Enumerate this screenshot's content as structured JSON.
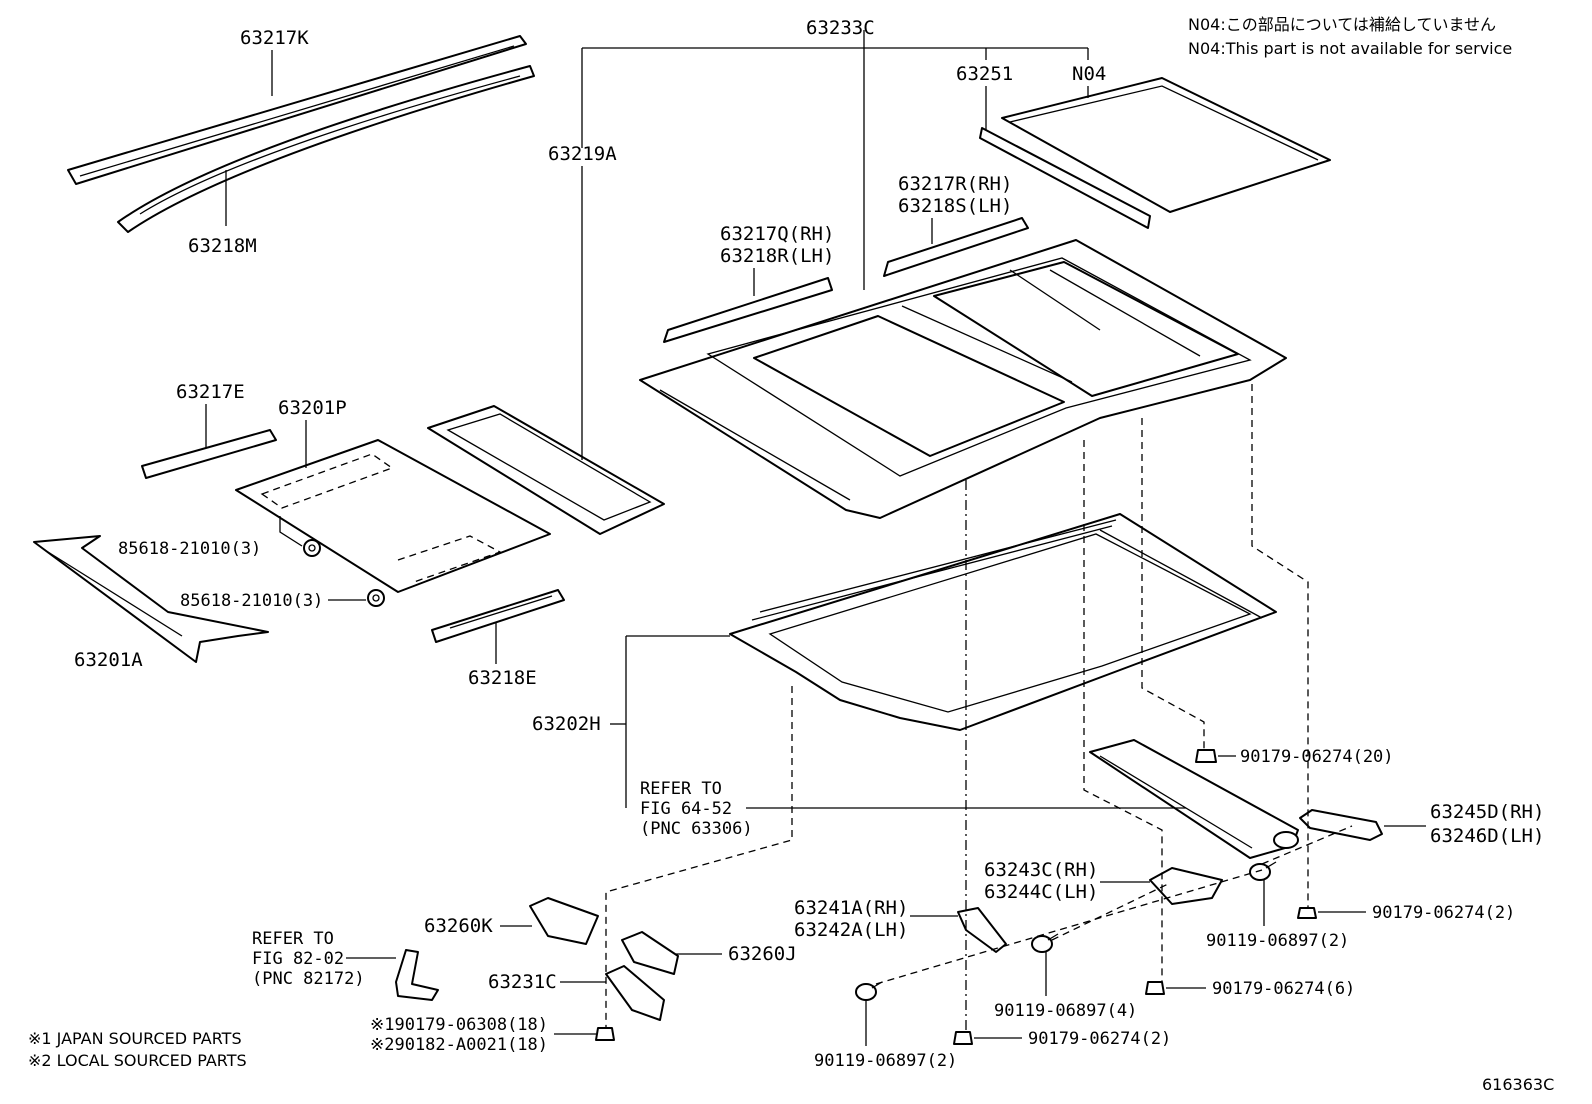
{
  "notes": {
    "n04_jp": "N04:この部品については補給していません",
    "n04_en": "N04:This part is not available for service"
  },
  "labels": {
    "p63233C": "63233C",
    "p63217K": "63217K",
    "p63218M": "63218M",
    "p63219A": "63219A",
    "p63251": "63251",
    "pN04": "N04",
    "p63217R": "63217R(RH)",
    "p63218S": "63218S(LH)",
    "p63217Q": "63217Q(RH)",
    "p63218R": "63218R(LH)",
    "p63217E": "63217E",
    "p63201P": "63201P",
    "p85618a": "85618-21010(3)",
    "p85618b": "85618-21010(3)",
    "p63201A": "63201A",
    "p63218E": "63218E",
    "p63202H": "63202H",
    "refer1_l1": "REFER TO",
    "refer1_l2": "FIG 64-52",
    "refer1_l3": "(PNC 63306)",
    "p90179_20": "90179-06274(20)",
    "p63245D": "63245D(RH)",
    "p63246D": "63246D(LH)",
    "p63243C": "63243C(RH)",
    "p63244C": "63244C(LH)",
    "p90179_2a": "90179-06274(2)",
    "p90119_2a": "90119-06897(2)",
    "p63241A": "63241A(RH)",
    "p63242A": "63242A(LH)",
    "p63260K": "63260K",
    "p63260J": "63260J",
    "p63231C": "63231C",
    "p90119_4": "90119-06897(4)",
    "p90179_6": "90179-06274(6)",
    "p90179_2b": "90179-06274(2)",
    "p90119_2b": "90119-06897(2)",
    "refer2_l1": "REFER TO",
    "refer2_l2": "FIG 82-02",
    "refer2_l3": "(PNC 82172)",
    "p90179_18": "※190179-06308(18)",
    "p90182_18": "※290182-A0021(18)"
  },
  "legend": {
    "j1": "※1  JAPAN SOURCED PARTS",
    "j2": "※2  LOCAL SOURCED PARTS"
  },
  "figure_id": "616363C"
}
